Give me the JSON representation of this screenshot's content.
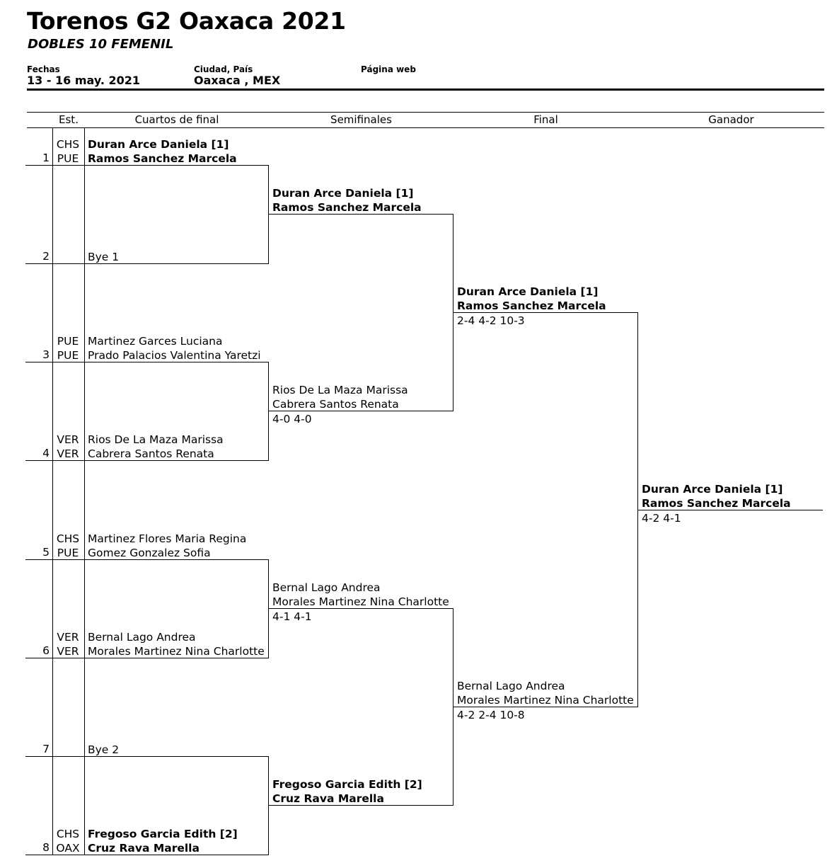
{
  "header": {
    "title": "Torenos G2 Oaxaca 2021",
    "subtitle": "DOBLES 10 FEMENIL",
    "dates_label": "Fechas",
    "dates_value": "13 - 16 may. 2021",
    "city_label": "Ciudad, País",
    "city_value": "Oaxaca , MEX",
    "web_label": "Página web"
  },
  "columns": {
    "est": "Est.",
    "quarter": "Cuartos de final",
    "semi": "Semifinales",
    "final": "Final",
    "winner": "Ganador"
  },
  "draw": [
    {
      "num": "1",
      "est1": "CHS",
      "est2": "PUE",
      "p1": "Duran Arce Daniela [1]",
      "p2": "Ramos Sanchez Marcela"
    },
    {
      "num": "2",
      "est1": "",
      "est2": "",
      "p1": "",
      "p2": "Bye 1"
    },
    {
      "num": "3",
      "est1": "PUE",
      "est2": "PUE",
      "p1": "Martinez Garces Luciana",
      "p2": "Prado Palacios Valentina Yaretzi"
    },
    {
      "num": "4",
      "est1": "VER",
      "est2": "VER",
      "p1": "Rios De La Maza Marissa",
      "p2": "Cabrera Santos Renata"
    },
    {
      "num": "5",
      "est1": "CHS",
      "est2": "PUE",
      "p1": "Martinez Flores Maria Regina",
      "p2": "Gomez Gonzalez Sofia"
    },
    {
      "num": "6",
      "est1": "VER",
      "est2": "VER",
      "p1": "Bernal Lago Andrea",
      "p2": "Morales Martinez Nina Charlotte"
    },
    {
      "num": "7",
      "est1": "",
      "est2": "",
      "p1": "",
      "p2": "Bye 2"
    },
    {
      "num": "8",
      "est1": "CHS",
      "est2": "OAX",
      "p1": "Fregoso Garcia Edith [2]",
      "p2": "Cruz Rava Marella"
    }
  ],
  "semifinals": [
    {
      "p1": "Duran Arce Daniela [1]",
      "p2": "Ramos Sanchez Marcela",
      "score": ""
    },
    {
      "p1": "Rios De La Maza Marissa",
      "p2": "Cabrera Santos Renata",
      "score": "4-0 4-0"
    },
    {
      "p1": "Bernal Lago Andrea",
      "p2": "Morales Martinez Nina Charlotte",
      "score": "4-1 4-1"
    },
    {
      "p1": "Fregoso Garcia Edith [2]",
      "p2": "Cruz Rava Marella",
      "score": ""
    }
  ],
  "finals": [
    {
      "p1": "Duran Arce Daniela [1]",
      "p2": "Ramos Sanchez Marcela",
      "score": "2-4 4-2 10-3"
    },
    {
      "p1": "Bernal Lago Andrea",
      "p2": "Morales Martinez Nina Charlotte",
      "score": "4-2 2-4 10-8"
    }
  ],
  "winner": {
    "p1": "Duran Arce Daniela [1]",
    "p2": "Ramos Sanchez Marcela",
    "score": "4-2 4-1"
  }
}
